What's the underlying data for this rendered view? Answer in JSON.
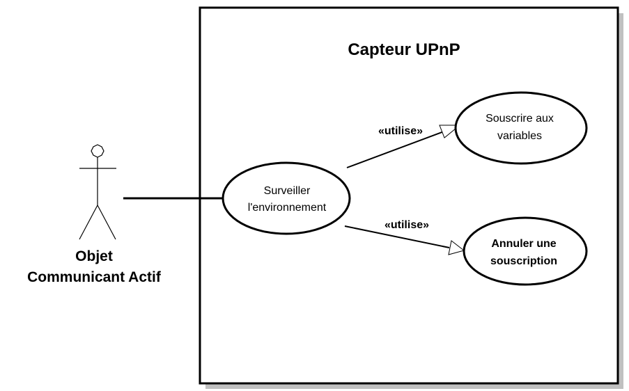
{
  "system": {
    "title": "Capteur UPnP"
  },
  "actor": {
    "name_line1": "Objet",
    "name_line2": "Communicant Actif"
  },
  "use_cases": {
    "surveiller": {
      "line1": "Surveiller",
      "line2": "l'environnement"
    },
    "souscrire": {
      "line1": "Souscrire aux",
      "line2": "variables"
    },
    "annuler": {
      "line1": "Annuler une",
      "line2": "souscription"
    }
  },
  "relations": {
    "top_label": "«utilise»",
    "bottom_label": "«utilise»"
  }
}
